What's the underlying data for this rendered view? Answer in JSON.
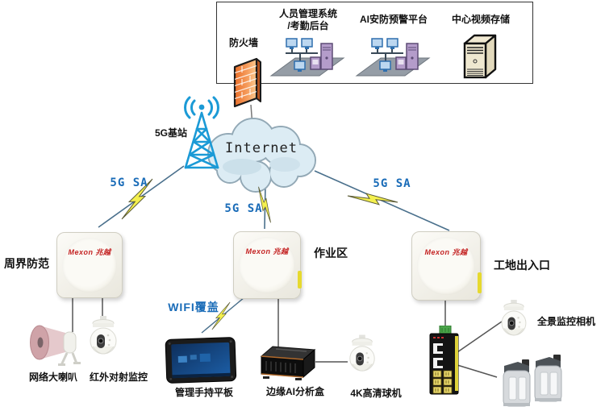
{
  "top_box": {
    "firewall_label": "防火墙",
    "systems": [
      {
        "line1": "人员管理系统",
        "line2": "/考勤后台",
        "icon": "lan-cluster-icon"
      },
      {
        "line1": "AI安防预警平台",
        "icon": "lan-cluster-icon"
      },
      {
        "line1": "中心视频存储",
        "icon": "server-tower-icon"
      }
    ]
  },
  "backbone": {
    "base_station_label": "5G基站",
    "internet_label": "Internet",
    "link_labels": [
      "5G SA",
      "5G SA",
      "5G SA"
    ],
    "wifi_label": "WIFI覆盖"
  },
  "zones": [
    {
      "name": "周界防范",
      "brand": "Mexon 兆越",
      "devices": [
        {
          "label": "网络大喇叭"
        },
        {
          "label": "红外对射监控"
        }
      ]
    },
    {
      "name": "作业区",
      "brand": "Mexon 兆越",
      "devices": [
        {
          "label": "管理手持平板"
        },
        {
          "label": "边缘AI分析盒"
        },
        {
          "label": "4K高清球机"
        }
      ]
    },
    {
      "name": "工地出入口",
      "brand": "Mexon 兆越",
      "devices": [
        {
          "label": "全景监控相机"
        }
      ]
    }
  ],
  "colors": {
    "link_label_blue": "#1a6cb8",
    "bolt_yellow": "#f4f04e",
    "brand_red": "#c42424",
    "cloud_fill": "#dcecf4",
    "tower_blue": "#1b9ad6",
    "firewall_orange": "#ef8040",
    "switch_stripe_yellow": "#ded23a"
  }
}
